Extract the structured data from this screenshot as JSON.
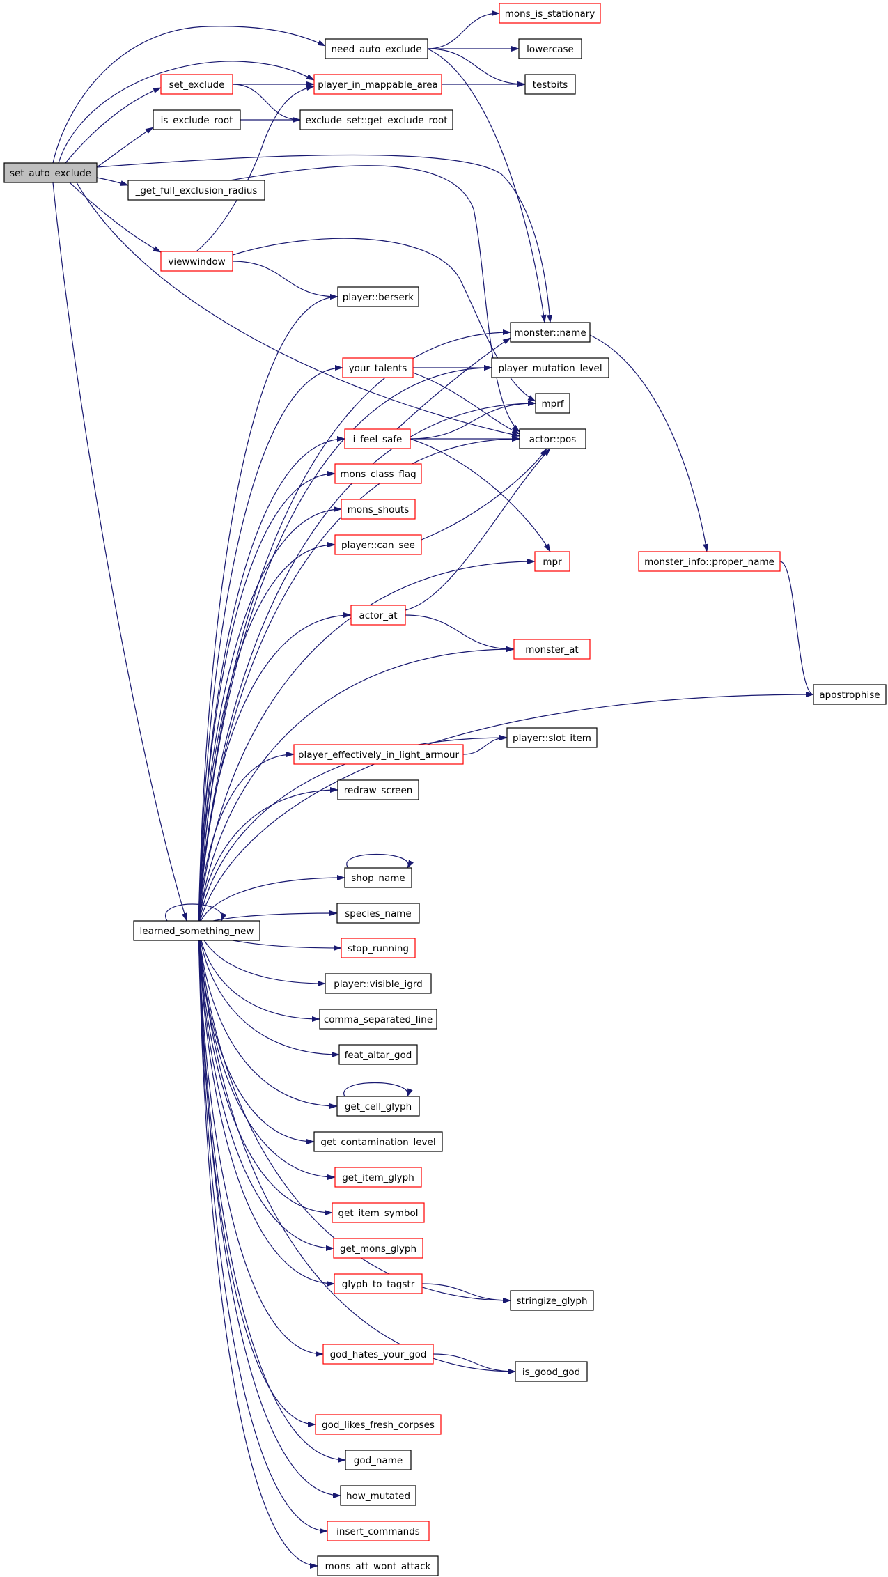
{
  "colors": {
    "edge": "#191970",
    "box_border": "#000000",
    "box_border_link": "#ff0000",
    "root_fill": "#bfbfbf",
    "box_fill": "#ffffff",
    "text": "#000000"
  },
  "nodes": [
    {
      "id": "set_auto_exclude",
      "label": "set_auto_exclude",
      "style": "root"
    },
    {
      "id": "need_auto_exclude",
      "label": "need_auto_exclude",
      "style": "black"
    },
    {
      "id": "mons_is_stationary",
      "label": "mons_is_stationary",
      "style": "red"
    },
    {
      "id": "lowercase",
      "label": "lowercase",
      "style": "black"
    },
    {
      "id": "testbits",
      "label": "testbits",
      "style": "black"
    },
    {
      "id": "set_exclude",
      "label": "set_exclude",
      "style": "red"
    },
    {
      "id": "player_in_mappable_area",
      "label": "player_in_mappable_area",
      "style": "red"
    },
    {
      "id": "is_exclude_root",
      "label": "is_exclude_root",
      "style": "black"
    },
    {
      "id": "exclude_set_get_exclude_root",
      "label": "exclude_set::get_exclude_root",
      "style": "black"
    },
    {
      "id": "get_full_exclusion_radius",
      "label": "_get_full_exclusion_radius",
      "style": "black"
    },
    {
      "id": "viewwindow",
      "label": "viewwindow",
      "style": "red"
    },
    {
      "id": "player_berserk",
      "label": "player::berserk",
      "style": "black"
    },
    {
      "id": "monster_name",
      "label": "monster::name",
      "style": "black"
    },
    {
      "id": "your_talents",
      "label": "your_talents",
      "style": "red"
    },
    {
      "id": "player_mutation_level",
      "label": "player_mutation_level",
      "style": "black"
    },
    {
      "id": "mprf",
      "label": "mprf",
      "style": "black"
    },
    {
      "id": "i_feel_safe",
      "label": "i_feel_safe",
      "style": "red"
    },
    {
      "id": "actor_pos",
      "label": "actor::pos",
      "style": "black"
    },
    {
      "id": "mons_class_flag",
      "label": "mons_class_flag",
      "style": "red"
    },
    {
      "id": "mons_shouts",
      "label": "mons_shouts",
      "style": "red"
    },
    {
      "id": "player_can_see",
      "label": "player::can_see",
      "style": "red"
    },
    {
      "id": "mpr",
      "label": "mpr",
      "style": "red"
    },
    {
      "id": "monster_info_proper_name",
      "label": "monster_info::proper_name",
      "style": "red"
    },
    {
      "id": "actor_at",
      "label": "actor_at",
      "style": "red"
    },
    {
      "id": "monster_at",
      "label": "monster_at",
      "style": "red"
    },
    {
      "id": "apostrophise",
      "label": "apostrophise",
      "style": "black"
    },
    {
      "id": "player_effectively_in_light_armour",
      "label": "player_effectively_in_light_armour",
      "style": "red"
    },
    {
      "id": "player_slot_item",
      "label": "player::slot_item",
      "style": "black"
    },
    {
      "id": "redraw_screen",
      "label": "redraw_screen",
      "style": "black"
    },
    {
      "id": "shop_name",
      "label": "shop_name",
      "style": "black"
    },
    {
      "id": "learned_something_new",
      "label": "learned_something_new",
      "style": "black"
    },
    {
      "id": "species_name",
      "label": "species_name",
      "style": "black"
    },
    {
      "id": "stop_running",
      "label": "stop_running",
      "style": "red"
    },
    {
      "id": "player_visible_igrd",
      "label": "player::visible_igrd",
      "style": "black"
    },
    {
      "id": "comma_separated_line",
      "label": "comma_separated_line",
      "style": "black"
    },
    {
      "id": "feat_altar_god",
      "label": "feat_altar_god",
      "style": "black"
    },
    {
      "id": "get_cell_glyph",
      "label": "get_cell_glyph",
      "style": "black"
    },
    {
      "id": "get_contamination_level",
      "label": "get_contamination_level",
      "style": "black"
    },
    {
      "id": "get_item_glyph",
      "label": "get_item_glyph",
      "style": "red"
    },
    {
      "id": "get_item_symbol",
      "label": "get_item_symbol",
      "style": "red"
    },
    {
      "id": "get_mons_glyph",
      "label": "get_mons_glyph",
      "style": "red"
    },
    {
      "id": "glyph_to_tagstr",
      "label": "glyph_to_tagstr",
      "style": "red"
    },
    {
      "id": "stringize_glyph",
      "label": "stringize_glyph",
      "style": "black"
    },
    {
      "id": "god_hates_your_god",
      "label": "god_hates_your_god",
      "style": "red"
    },
    {
      "id": "is_good_god",
      "label": "is_good_god",
      "style": "black"
    },
    {
      "id": "god_likes_fresh_corpses",
      "label": "god_likes_fresh_corpses",
      "style": "red"
    },
    {
      "id": "god_name",
      "label": "god_name",
      "style": "black"
    },
    {
      "id": "how_mutated",
      "label": "how_mutated",
      "style": "black"
    },
    {
      "id": "insert_commands",
      "label": "insert_commands",
      "style": "red"
    },
    {
      "id": "mons_att_wont_attack",
      "label": "mons_att_wont_attack",
      "style": "black"
    }
  ],
  "edges": [
    {
      "from": "set_auto_exclude",
      "to": "need_auto_exclude"
    },
    {
      "from": "set_auto_exclude",
      "to": "player_in_mappable_area"
    },
    {
      "from": "set_auto_exclude",
      "to": "set_exclude"
    },
    {
      "from": "set_auto_exclude",
      "to": "is_exclude_root"
    },
    {
      "from": "set_auto_exclude",
      "to": "get_full_exclusion_radius"
    },
    {
      "from": "set_auto_exclude",
      "to": "viewwindow"
    },
    {
      "from": "set_auto_exclude",
      "to": "monster_name"
    },
    {
      "from": "set_auto_exclude",
      "to": "actor_pos"
    },
    {
      "from": "set_auto_exclude",
      "to": "learned_something_new"
    },
    {
      "from": "need_auto_exclude",
      "to": "mons_is_stationary"
    },
    {
      "from": "need_auto_exclude",
      "to": "lowercase"
    },
    {
      "from": "need_auto_exclude",
      "to": "testbits"
    },
    {
      "from": "need_auto_exclude",
      "to": "monster_name"
    },
    {
      "from": "set_exclude",
      "to": "player_in_mappable_area"
    },
    {
      "from": "set_exclude",
      "to": "exclude_set_get_exclude_root"
    },
    {
      "from": "player_in_mappable_area",
      "to": "testbits"
    },
    {
      "from": "is_exclude_root",
      "to": "exclude_set_get_exclude_root"
    },
    {
      "from": "get_full_exclusion_radius",
      "to": "actor_pos"
    },
    {
      "from": "viewwindow",
      "to": "player_in_mappable_area"
    },
    {
      "from": "viewwindow",
      "to": "player_berserk"
    },
    {
      "from": "viewwindow",
      "to": "mprf"
    },
    {
      "from": "monster_name",
      "to": "monster_info_proper_name"
    },
    {
      "from": "monster_info_proper_name",
      "to": "apostrophise"
    },
    {
      "from": "your_talents",
      "to": "player_mutation_level"
    },
    {
      "from": "your_talents",
      "to": "actor_pos"
    },
    {
      "from": "i_feel_safe",
      "to": "monster_name"
    },
    {
      "from": "i_feel_safe",
      "to": "mprf"
    },
    {
      "from": "i_feel_safe",
      "to": "actor_pos"
    },
    {
      "from": "i_feel_safe",
      "to": "mpr"
    },
    {
      "from": "player_can_see",
      "to": "actor_pos"
    },
    {
      "from": "actor_at",
      "to": "actor_pos"
    },
    {
      "from": "actor_at",
      "to": "monster_at"
    },
    {
      "from": "player_effectively_in_light_armour",
      "to": "player_slot_item"
    },
    {
      "from": "shop_name",
      "to": "shop_name"
    },
    {
      "from": "get_cell_glyph",
      "to": "get_cell_glyph"
    },
    {
      "from": "glyph_to_tagstr",
      "to": "stringize_glyph"
    },
    {
      "from": "god_hates_your_god",
      "to": "is_good_god"
    },
    {
      "from": "learned_something_new",
      "to": "learned_something_new"
    },
    {
      "from": "learned_something_new",
      "to": "player_berserk"
    },
    {
      "from": "learned_something_new",
      "to": "monster_name"
    },
    {
      "from": "learned_something_new",
      "to": "your_talents"
    },
    {
      "from": "learned_something_new",
      "to": "player_mutation_level"
    },
    {
      "from": "learned_something_new",
      "to": "mprf"
    },
    {
      "from": "learned_something_new",
      "to": "i_feel_safe"
    },
    {
      "from": "learned_something_new",
      "to": "actor_pos"
    },
    {
      "from": "learned_something_new",
      "to": "mons_class_flag"
    },
    {
      "from": "learned_something_new",
      "to": "mons_shouts"
    },
    {
      "from": "learned_something_new",
      "to": "player_can_see"
    },
    {
      "from": "learned_something_new",
      "to": "mpr"
    },
    {
      "from": "learned_something_new",
      "to": "actor_at"
    },
    {
      "from": "learned_something_new",
      "to": "monster_at"
    },
    {
      "from": "learned_something_new",
      "to": "player_slot_item"
    },
    {
      "from": "learned_something_new",
      "to": "player_effectively_in_light_armour"
    },
    {
      "from": "learned_something_new",
      "to": "apostrophise"
    },
    {
      "from": "learned_something_new",
      "to": "redraw_screen"
    },
    {
      "from": "learned_something_new",
      "to": "shop_name"
    },
    {
      "from": "learned_something_new",
      "to": "species_name"
    },
    {
      "from": "learned_something_new",
      "to": "stop_running"
    },
    {
      "from": "learned_something_new",
      "to": "player_visible_igrd"
    },
    {
      "from": "learned_something_new",
      "to": "comma_separated_line"
    },
    {
      "from": "learned_something_new",
      "to": "feat_altar_god"
    },
    {
      "from": "learned_something_new",
      "to": "get_cell_glyph"
    },
    {
      "from": "learned_something_new",
      "to": "get_contamination_level"
    },
    {
      "from": "learned_something_new",
      "to": "get_item_glyph"
    },
    {
      "from": "learned_something_new",
      "to": "get_item_symbol"
    },
    {
      "from": "learned_something_new",
      "to": "get_mons_glyph"
    },
    {
      "from": "learned_something_new",
      "to": "glyph_to_tagstr"
    },
    {
      "from": "learned_something_new",
      "to": "stringize_glyph"
    },
    {
      "from": "learned_something_new",
      "to": "god_hates_your_god"
    },
    {
      "from": "learned_something_new",
      "to": "is_good_god"
    },
    {
      "from": "learned_something_new",
      "to": "god_likes_fresh_corpses"
    },
    {
      "from": "learned_something_new",
      "to": "god_name"
    },
    {
      "from": "learned_something_new",
      "to": "how_mutated"
    },
    {
      "from": "learned_something_new",
      "to": "insert_commands"
    },
    {
      "from": "learned_something_new",
      "to": "mons_att_wont_attack"
    }
  ]
}
